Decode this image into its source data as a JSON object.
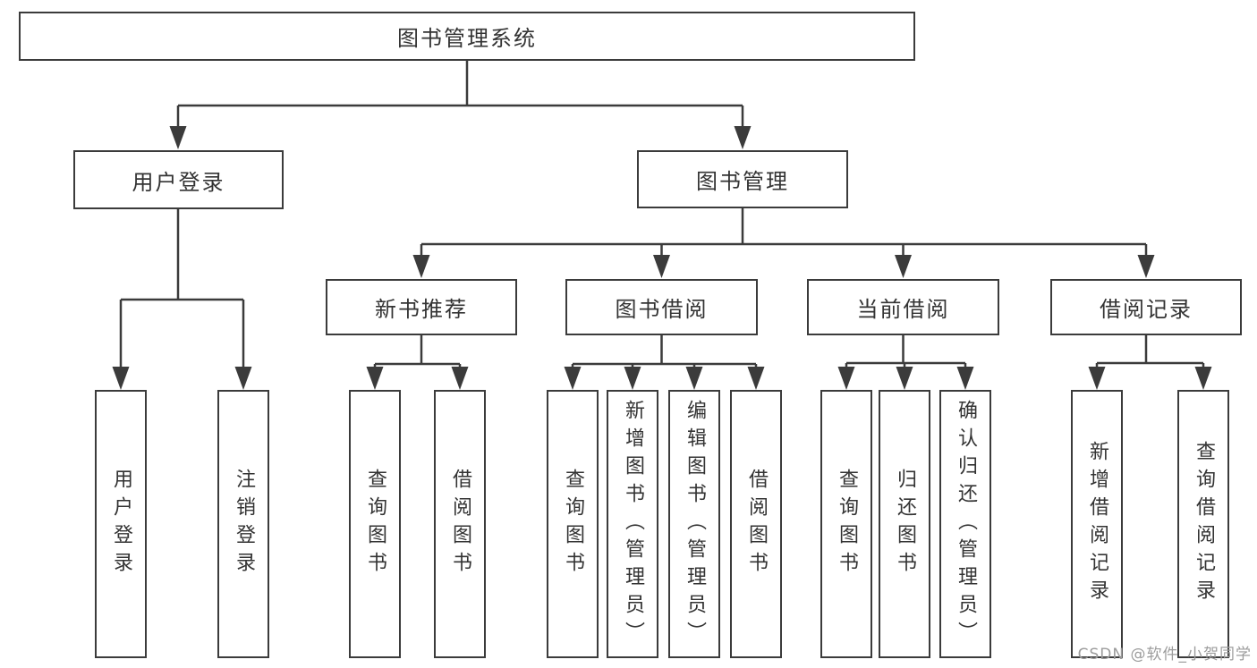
{
  "tree": {
    "root": {
      "label": "图书管理系统"
    },
    "branches": [
      {
        "label": "用户登录",
        "children": [
          {
            "label": "用户登录"
          },
          {
            "label": "注销登录"
          }
        ]
      },
      {
        "label": "图书管理",
        "children": [
          {
            "label": "新书推荐",
            "children": [
              {
                "label": "查询图书"
              },
              {
                "label": "借阅图书"
              }
            ]
          },
          {
            "label": "图书借阅",
            "children": [
              {
                "label": "查询图书"
              },
              {
                "label": "新增图书（管理员）"
              },
              {
                "label": "编辑图书（管理员）"
              },
              {
                "label": "借阅图书"
              }
            ]
          },
          {
            "label": "当前借阅",
            "children": [
              {
                "label": "查询图书"
              },
              {
                "label": "归还图书"
              },
              {
                "label": "确认归还（管理员）"
              }
            ]
          },
          {
            "label": "借阅记录",
            "children": [
              {
                "label": "新增借阅记录"
              },
              {
                "label": "查询借阅记录"
              }
            ]
          }
        ]
      }
    ]
  },
  "watermark": {
    "text": "CSDN @软件_小贺同学"
  },
  "colors": {
    "line": "#3b3b3b",
    "text": "#333333",
    "box_fill": "#ffffff",
    "background": "#ffffff",
    "watermark": "#9c9c9c"
  }
}
